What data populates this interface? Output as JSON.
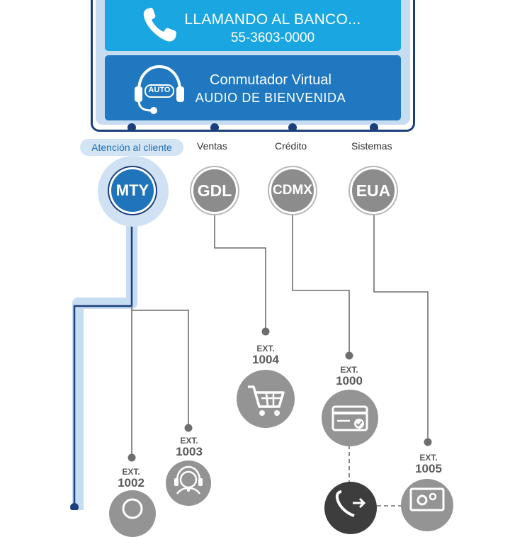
{
  "call_card": {
    "title": "LLAMANDO AL BANCO...",
    "number": "55-3603-0000"
  },
  "ivr_card": {
    "title": "Conmutador Virtual",
    "subtitle": "AUDIO DE BIENVENIDA",
    "badge": "AUTO"
  },
  "departments": [
    {
      "label": "Atención al cliente",
      "city": "MTY",
      "active": true
    },
    {
      "label": "Ventas",
      "city": "GDL",
      "active": false
    },
    {
      "label": "Crédito",
      "city": "CDMX",
      "active": false
    },
    {
      "label": "Sistemas",
      "city": "EUA",
      "active": false
    }
  ],
  "extensions": [
    {
      "label": "EXT.",
      "number": "1002",
      "icon": "person-icon"
    },
    {
      "label": "EXT.",
      "number": "1003",
      "icon": "headset-agent-icon"
    },
    {
      "label": "EXT.",
      "number": "1004",
      "icon": "shopping-cart-icon"
    },
    {
      "label": "EXT.",
      "number": "1000",
      "icon": "credit-card-icon"
    },
    {
      "label": "EXT.",
      "number": "1005",
      "icon": "gears-icon"
    }
  ],
  "colors": {
    "navy": "#1b3f7c",
    "accent": "#1f78c0",
    "light_accent": "#1aa6e0",
    "halo": "#c6dcf0",
    "grey": "#8c8c8c",
    "line": "#6e6e6e"
  }
}
